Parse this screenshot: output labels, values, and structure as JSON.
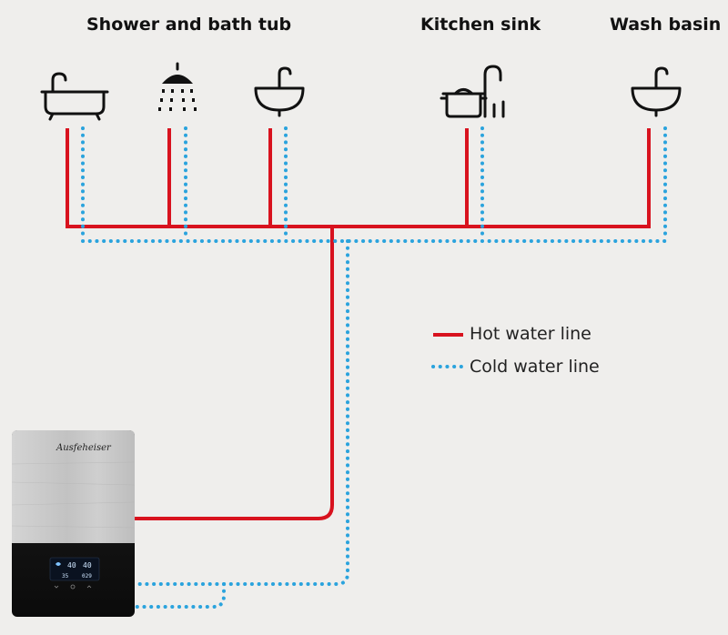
{
  "labels": {
    "shower_bath": "Shower and bath tub",
    "kitchen": "Kitchen sink",
    "wash": "Wash basin"
  },
  "legend": {
    "hot": "Hot water line",
    "cold": "Cold water line"
  },
  "device": {
    "brand": "Ausfeheiser",
    "display_left_top": "40",
    "display_right_top": "40",
    "display_left_bottom": "35",
    "display_right_bottom": "029"
  },
  "colors": {
    "hot": "#d8121e",
    "cold": "#2aa3dd",
    "background": "#efeeec"
  },
  "icons": [
    "bathtub-icon",
    "shower-icon",
    "sink-icon",
    "pot-faucet-icon",
    "sink-icon"
  ]
}
